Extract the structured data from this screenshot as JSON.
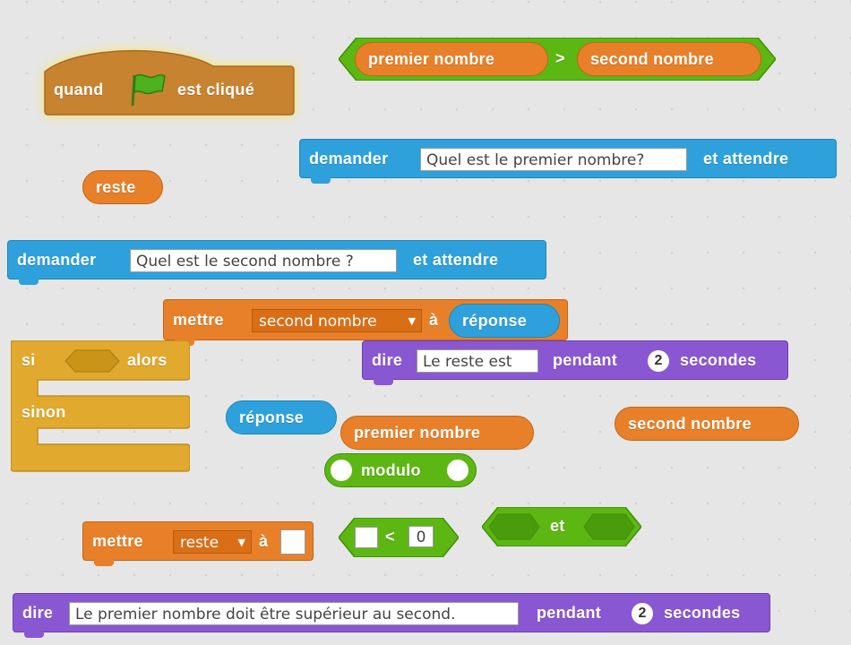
{
  "hat": {
    "when": "quand",
    "clicked": "est cliqué",
    "flag_icon": "green-flag-icon"
  },
  "compare_gt": {
    "left": "premier nombre",
    "op": ">",
    "right": "second nombre"
  },
  "ask1": {
    "label": "demander",
    "value": "Quel est le premier nombre?",
    "suffix": "et attendre"
  },
  "reste_reporter": {
    "label": "reste"
  },
  "ask2": {
    "label": "demander",
    "value": "Quel est le second nombre ?",
    "suffix": "et attendre"
  },
  "set_second": {
    "label": "mettre",
    "var": "second nombre",
    "to": "à",
    "value": "réponse"
  },
  "if_else": {
    "if": "si",
    "then": "alors",
    "else": "sinon"
  },
  "say_rest": {
    "label": "dire",
    "value": "Le reste est",
    "for": "pendant",
    "secs": "2",
    "unit": "secondes"
  },
  "reponse": {
    "label": "réponse"
  },
  "premier": {
    "label": "premier nombre"
  },
  "second": {
    "label": "second nombre"
  },
  "modulo": {
    "label": "modulo"
  },
  "set_reste": {
    "label": "mettre",
    "var": "reste",
    "to": "à"
  },
  "lt": {
    "op": "<",
    "value": "0"
  },
  "and_block": {
    "label": "et"
  },
  "say_final": {
    "label": "dire",
    "value": "Le premier nombre doit être supérieur au second.",
    "for": "pendant",
    "secs": "2",
    "unit": "secondes"
  },
  "colors": {
    "events": "#c88330",
    "sensing": "#2ea1dc",
    "variables": "#e8802a",
    "looks": "#8a57d2",
    "control": "#e1a92d",
    "operators": "#5cb712"
  }
}
